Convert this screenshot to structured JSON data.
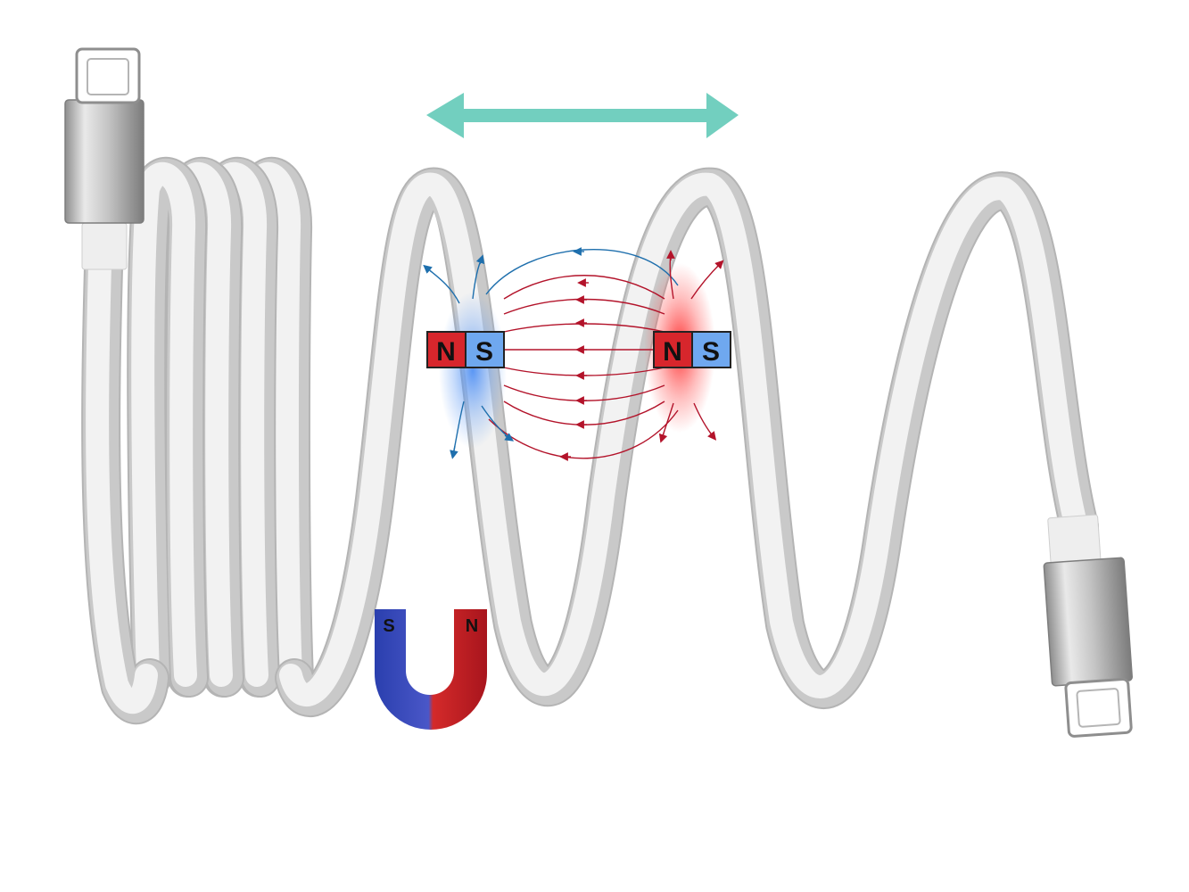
{
  "colors": {
    "cable_fill": "#f2f2f2",
    "cable_shade": "#c9c9c9",
    "cable_outline": "#b4b4b4",
    "connector_metal": "#c8c8c8",
    "connector_dark": "#8d8d8d",
    "strain_relief": "#ececec",
    "arrow": "#72cfbf",
    "magnet_north": "#d7262c",
    "magnet_south": "#6fa8ef",
    "field_red": "#b3132a",
    "field_blue": "#1e6fad",
    "glow_blue": "#4d8ff0",
    "glow_red": "#ff2020",
    "horseshoe_south": "#2f45b8",
    "horseshoe_north": "#c21c24"
  },
  "double_arrow": {
    "name": "bidirectional-arrow-icon"
  },
  "bar_magnet_left": {
    "north_label": "N",
    "south_label": "S"
  },
  "bar_magnet_right": {
    "north_label": "N",
    "south_label": "S"
  },
  "horseshoe_magnet": {
    "south_label": "S",
    "north_label": "N"
  }
}
